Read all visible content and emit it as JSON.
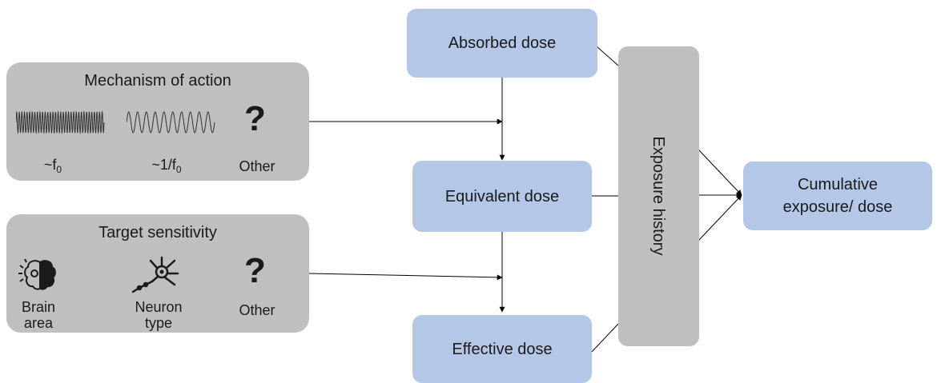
{
  "mechanism": {
    "title": "Mechanism of action",
    "items": [
      {
        "prefix": "~f",
        "sub": "0"
      },
      {
        "prefix": "~1/f",
        "sub": "0"
      },
      {
        "text": "Other"
      }
    ],
    "question_mark": "?",
    "icons": [
      "high-frequency-wave-icon",
      "low-frequency-wave-icon"
    ]
  },
  "target": {
    "title": "Target sensitivity",
    "items": [
      {
        "line1": "Brain",
        "line2": "area"
      },
      {
        "line1": "Neuron",
        "line2": "type"
      },
      {
        "text": "Other"
      }
    ],
    "question_mark": "?",
    "icons": [
      "brain-icon",
      "neuron-icon"
    ]
  },
  "dose": {
    "absorbed": "Absorbed dose",
    "equivalent": "Equivalent dose",
    "effective": "Effective dose"
  },
  "exposure_history": "Exposure history",
  "cumulative": {
    "line1": "Cumulative",
    "line2": "exposure/ dose"
  },
  "colors": {
    "panel_gray": "#bfbfbf",
    "box_blue": "#b4c7e7",
    "line": "#000000"
  }
}
